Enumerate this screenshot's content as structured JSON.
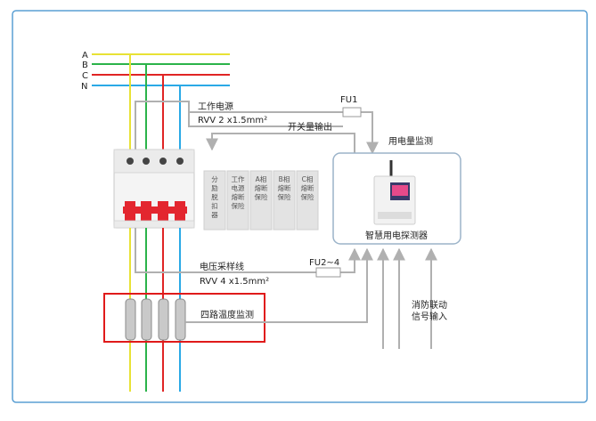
{
  "phases": [
    {
      "label": "A",
      "color": "#e8e235"
    },
    {
      "label": "B",
      "color": "#2bb34a"
    },
    {
      "label": "C",
      "color": "#e02424"
    },
    {
      "label": "N",
      "color": "#2aa9e6"
    }
  ],
  "labels": {
    "fu1": "FU1",
    "work_power": "工作电源",
    "rvv_power": "RVV 2 x1.5mm²",
    "switch_output": "开关量输出",
    "power_monitor": "用电量监测",
    "detector": "智慧用电探测器",
    "voltage_sampling": "电压采样线",
    "fu2": "FU2~4",
    "rvv_sampling": "RVV 4 x1.5mm²",
    "temp_monitor": "四路温度监测",
    "fire_linkage_1": "消防联动",
    "fire_linkage_2": "信号输入"
  },
  "modules": [
    [
      "分",
      "励",
      "脱",
      "扣",
      "器"
    ],
    [
      "工作",
      "电源",
      "熔断",
      "保险"
    ],
    [
      "A相",
      "熔断",
      "保险"
    ],
    [
      "B相",
      "熔断",
      "保险"
    ],
    [
      "C相",
      "熔断",
      "保险"
    ]
  ],
  "colors": {
    "frame": "#5a9fd4",
    "line": "#b0b0b0",
    "highlight_box": "#e01a1a",
    "detector_border": "#9bb3c9",
    "breaker_handle": "#e3262f"
  }
}
